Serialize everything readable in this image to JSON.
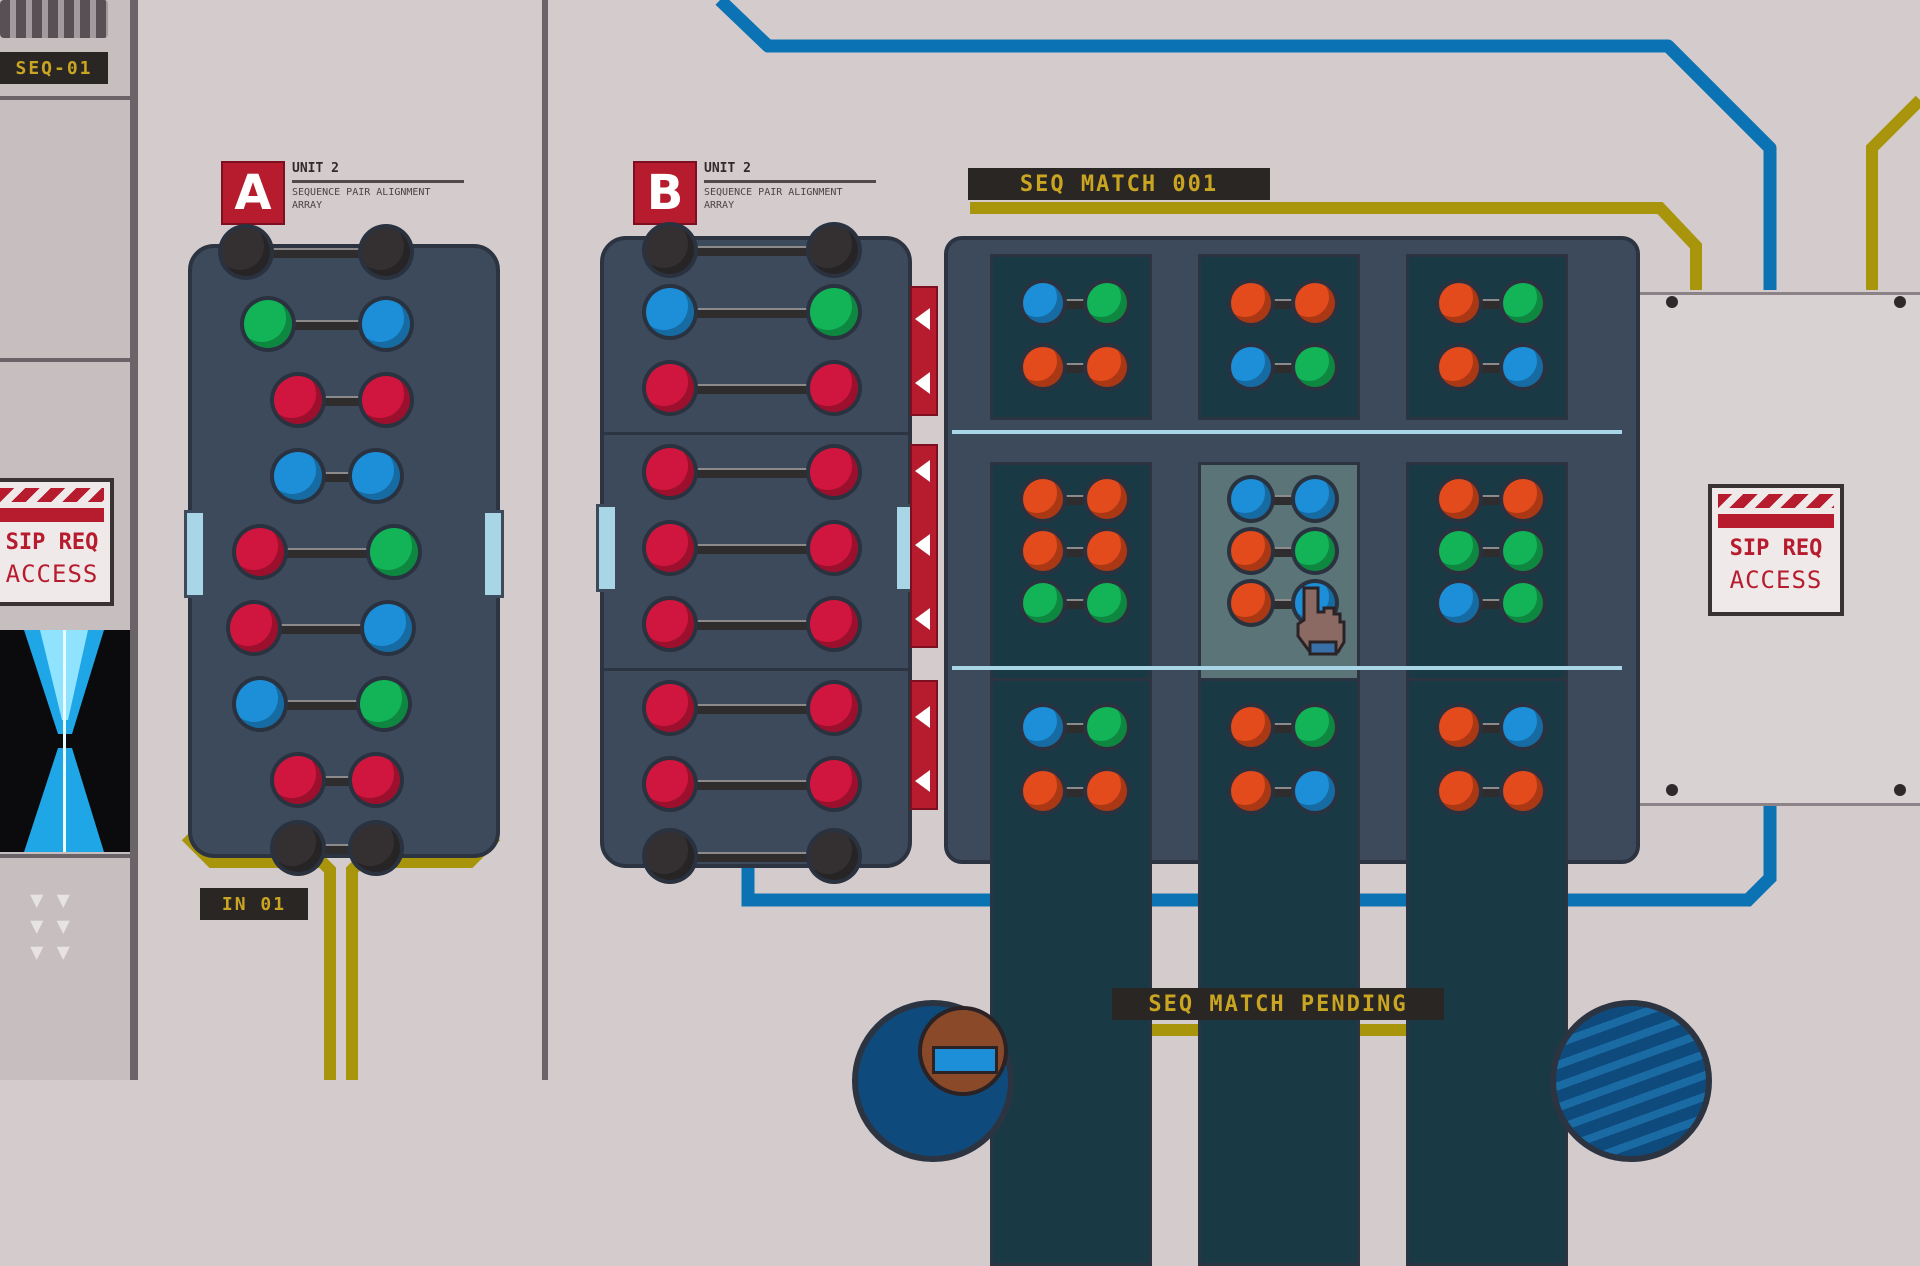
{
  "colors": {
    "red": "#d0163e",
    "blue": "#1d8fd8",
    "green": "#13b457",
    "orange": "#e34b1c",
    "dark": "#343032",
    "wire_blue": "#0b72b3",
    "wire_yellow": "#a9950c",
    "panel": "#3d4a5c",
    "accent_red": "#b71c2e"
  },
  "top_left_lcd": "SEQ-01",
  "module_a": {
    "letter": "A",
    "title": "UNIT 2",
    "desc": "SEQUENCE PAIR ALIGNMENT ARRAY",
    "pairs": [
      {
        "left": "dark",
        "right": "dark",
        "partial": "top"
      },
      {
        "left": "green",
        "right": "blue"
      },
      {
        "left": "red",
        "right": "red"
      },
      {
        "left": "blue",
        "right": "blue"
      },
      {
        "left": "red",
        "right": "green"
      },
      {
        "left": "red",
        "right": "blue"
      },
      {
        "left": "blue",
        "right": "green"
      },
      {
        "left": "red",
        "right": "red"
      },
      {
        "left": "dark",
        "right": "dark",
        "partial": "bottom"
      }
    ],
    "lcd": "IN 01"
  },
  "module_b": {
    "letter": "B",
    "title": "UNIT 2",
    "desc": "SEQUENCE PAIR ALIGNMENT ARRAY",
    "pairs": [
      {
        "left": "dark",
        "right": "dark"
      },
      {
        "left": "blue",
        "right": "green"
      },
      {
        "left": "red",
        "right": "red"
      },
      {
        "left": "red",
        "right": "red"
      },
      {
        "left": "red",
        "right": "red"
      },
      {
        "left": "red",
        "right": "red"
      },
      {
        "left": "red",
        "right": "red"
      },
      {
        "left": "red",
        "right": "red"
      },
      {
        "left": "dark",
        "right": "dark"
      }
    ]
  },
  "grid_lcd": "SEQ MATCH 001",
  "grid": [
    [
      [
        "blue",
        "green"
      ],
      [
        "orange",
        "orange"
      ]
    ],
    [
      [
        "orange",
        "orange"
      ],
      [
        "blue",
        "green"
      ]
    ],
    [
      [
        "orange",
        "green"
      ],
      [
        "orange",
        "blue"
      ]
    ],
    [
      [
        "orange",
        "orange"
      ],
      [
        "orange",
        "orange"
      ],
      [
        "green",
        "green"
      ]
    ],
    [
      [
        "blue",
        "blue"
      ],
      [
        "orange",
        "green"
      ],
      [
        "orange",
        "blue"
      ]
    ],
    [
      [
        "orange",
        "orange"
      ],
      [
        "green",
        "green"
      ],
      [
        "blue",
        "green"
      ]
    ],
    [
      [
        "blue",
        "green"
      ],
      [
        "orange",
        "orange"
      ]
    ],
    [
      [
        "orange",
        "green"
      ],
      [
        "orange",
        "blue"
      ]
    ],
    [
      [
        "orange",
        "blue"
      ],
      [
        "orange",
        "orange"
      ]
    ]
  ],
  "selected_cell": 4,
  "access_signs": [
    {
      "code": "SIP REQ",
      "label": "ACCESS"
    },
    {
      "code": "SIP REQ",
      "label": "ACCESS"
    }
  ],
  "bottom_lcd": "SEQ MATCH PENDING"
}
